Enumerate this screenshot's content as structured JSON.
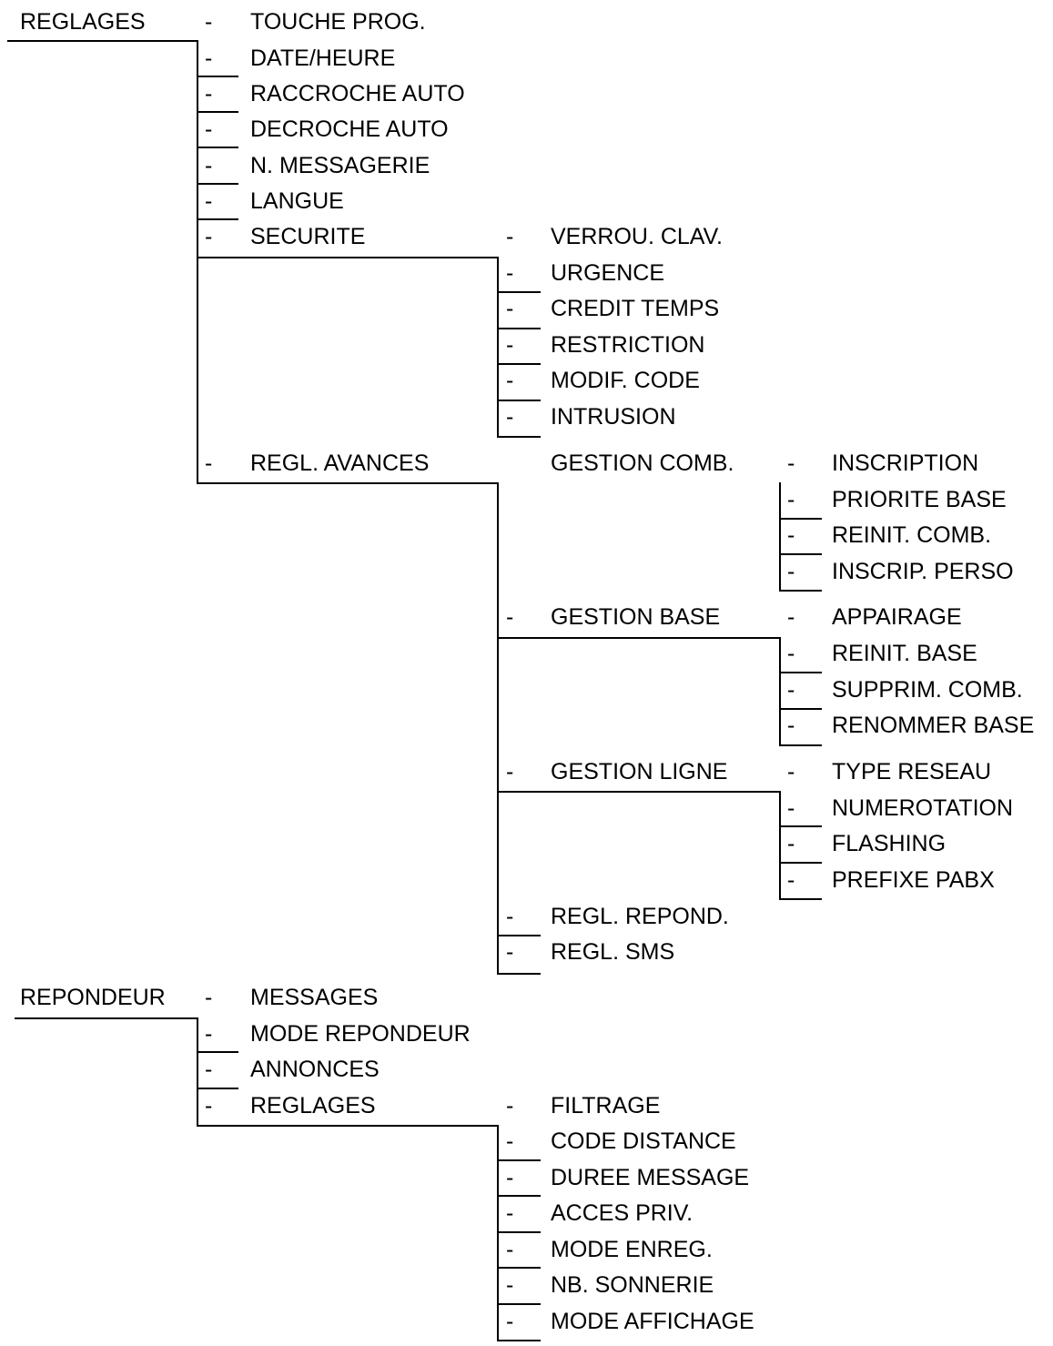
{
  "menus": {
    "reglages": {
      "label": "REGLAGES",
      "items": [
        "TOUCHE PROG.",
        "DATE/HEURE",
        "RACCROCHE AUTO",
        "DECROCHE AUTO",
        "N. MESSAGERIE",
        "LANGUE",
        "SECURITE",
        "REGL. AVANCES"
      ],
      "securite": [
        "VERROU. CLAV.",
        "URGENCE",
        "CREDIT TEMPS",
        "RESTRICTION",
        "MODIF. CODE",
        "INTRUSION"
      ],
      "regl_avances": [
        "GESTION COMB.",
        "GESTION BASE",
        "GESTION LIGNE",
        "REGL. REPOND.",
        "REGL. SMS"
      ],
      "gestion_comb": [
        "INSCRIPTION",
        "PRIORITE BASE",
        "REINIT. COMB.",
        "INSCRIP. PERSO"
      ],
      "gestion_base": [
        "APPAIRAGE",
        "REINIT. BASE",
        "SUPPRIM. COMB.",
        "RENOMMER BASE"
      ],
      "gestion_ligne": [
        "TYPE RESEAU",
        "NUMEROTATION",
        "FLASHING",
        "PREFIXE PABX"
      ]
    },
    "repondeur": {
      "label": "REPONDEUR",
      "items": [
        "MESSAGES",
        "MODE REPONDEUR",
        "ANNONCES",
        "REGLAGES"
      ],
      "reglages": [
        "FILTRAGE",
        "CODE DISTANCE",
        "DUREE MESSAGE",
        "ACCES PRIV.",
        "MODE ENREG.",
        "NB. SONNERIE",
        "MODE AFFICHAGE"
      ]
    }
  },
  "dash": "-"
}
